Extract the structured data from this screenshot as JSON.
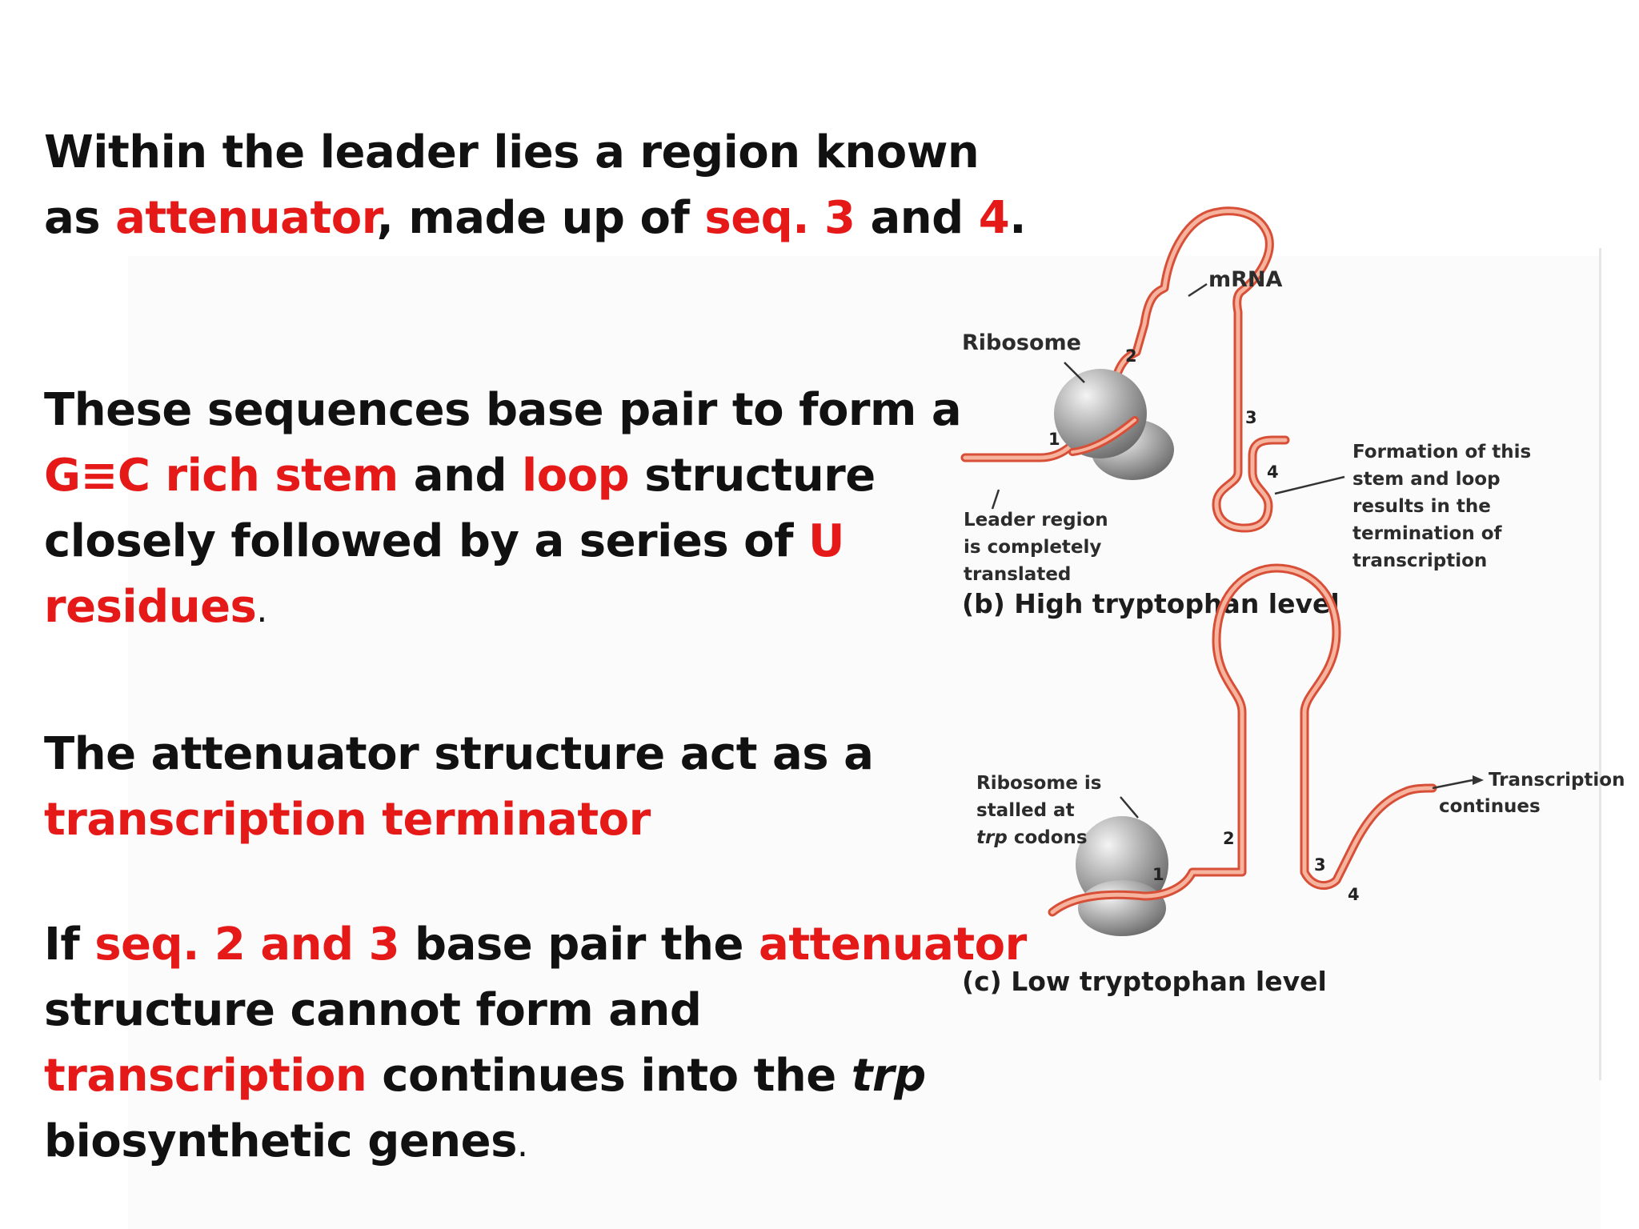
{
  "paragraphs": {
    "p1": {
      "t1": "Within the leader lies a region known",
      "t2": "as ",
      "r1": "attenuator",
      "t3": ", made up of ",
      "r2": "seq. 3",
      "t4": " and ",
      "r3": "4",
      "t5": "."
    },
    "p2": {
      "t1": "These sequences base pair to form a",
      "r1": "G≡C rich stem",
      "t2": " and ",
      "r2": "loop",
      "t3": " structure",
      "t4": "closely followed by a series of ",
      "r3": "U",
      "r4": "residues",
      "t5": "."
    },
    "p3": {
      "t1": "The attenuator structure act as a",
      "r1": "transcription terminator"
    },
    "p4": {
      "t1": "If ",
      "r1": "seq. 2 and 3",
      "t2": " base pair the ",
      "r2": "attenuator",
      "t3": "structure cannot form and",
      "r3": "transcription",
      "t4": " continues into the ",
      "i1": "trp",
      "t5": "biosynthetic genes",
      "t6": "."
    }
  },
  "figure_b": {
    "mrna_label": "mRNA",
    "ribosome_label": "Ribosome",
    "leader_label": [
      "Leader region",
      "is completely",
      "translated"
    ],
    "formation_label": [
      "Formation of this",
      "stem and loop",
      "results in the",
      "termination of",
      "transcription"
    ],
    "numbers": [
      "1",
      "2",
      "3",
      "4"
    ],
    "caption": "(b)  High tryptophan level"
  },
  "figure_c": {
    "stalled_label": [
      "Ribosome is",
      "stalled at"
    ],
    "stalled_label_italic": "trp",
    "stalled_label_rest": " codons",
    "continues_label": [
      "Transcription",
      "continues"
    ],
    "numbers": [
      "1",
      "2",
      "3",
      "4"
    ],
    "caption": "(c)  Low tryptophan level"
  },
  "colors": {
    "text": "#111111",
    "highlight_red": "#e61919",
    "mrna_fill": "#f4a58e",
    "mrna_outline": "#d84f38",
    "ribosome_gray": "#9a9a9a"
  }
}
